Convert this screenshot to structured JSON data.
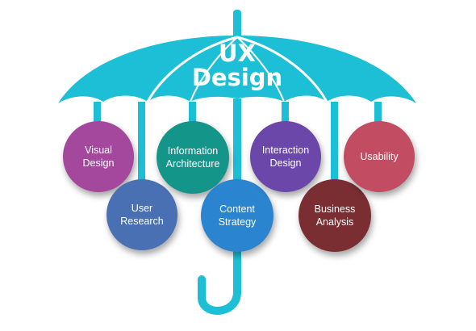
{
  "title": {
    "line1": "UX",
    "line2": "Design"
  },
  "colors": {
    "umbrella": "#1dbfd6",
    "umbrella_dark": "#18a9bf",
    "text_on_canopy": "#ffffff"
  },
  "nodes": [
    {
      "id": "visual-design",
      "label": "Visual\nDesign",
      "color": "#a4489e"
    },
    {
      "id": "user-research",
      "label": "User\nResearch",
      "color": "#4a70b4"
    },
    {
      "id": "information-architecture",
      "label": "Information\nArchitecture",
      "color": "#14958a"
    },
    {
      "id": "content-strategy",
      "label": "Content\nStrategy",
      "color": "#2b84d0"
    },
    {
      "id": "interaction-design",
      "label": "Interaction\nDesign",
      "color": "#6a47a8"
    },
    {
      "id": "business-analysis",
      "label": "Business\nAnalysis",
      "color": "#7a2e32"
    },
    {
      "id": "usability",
      "label": "Usability",
      "color": "#c24c62"
    }
  ]
}
